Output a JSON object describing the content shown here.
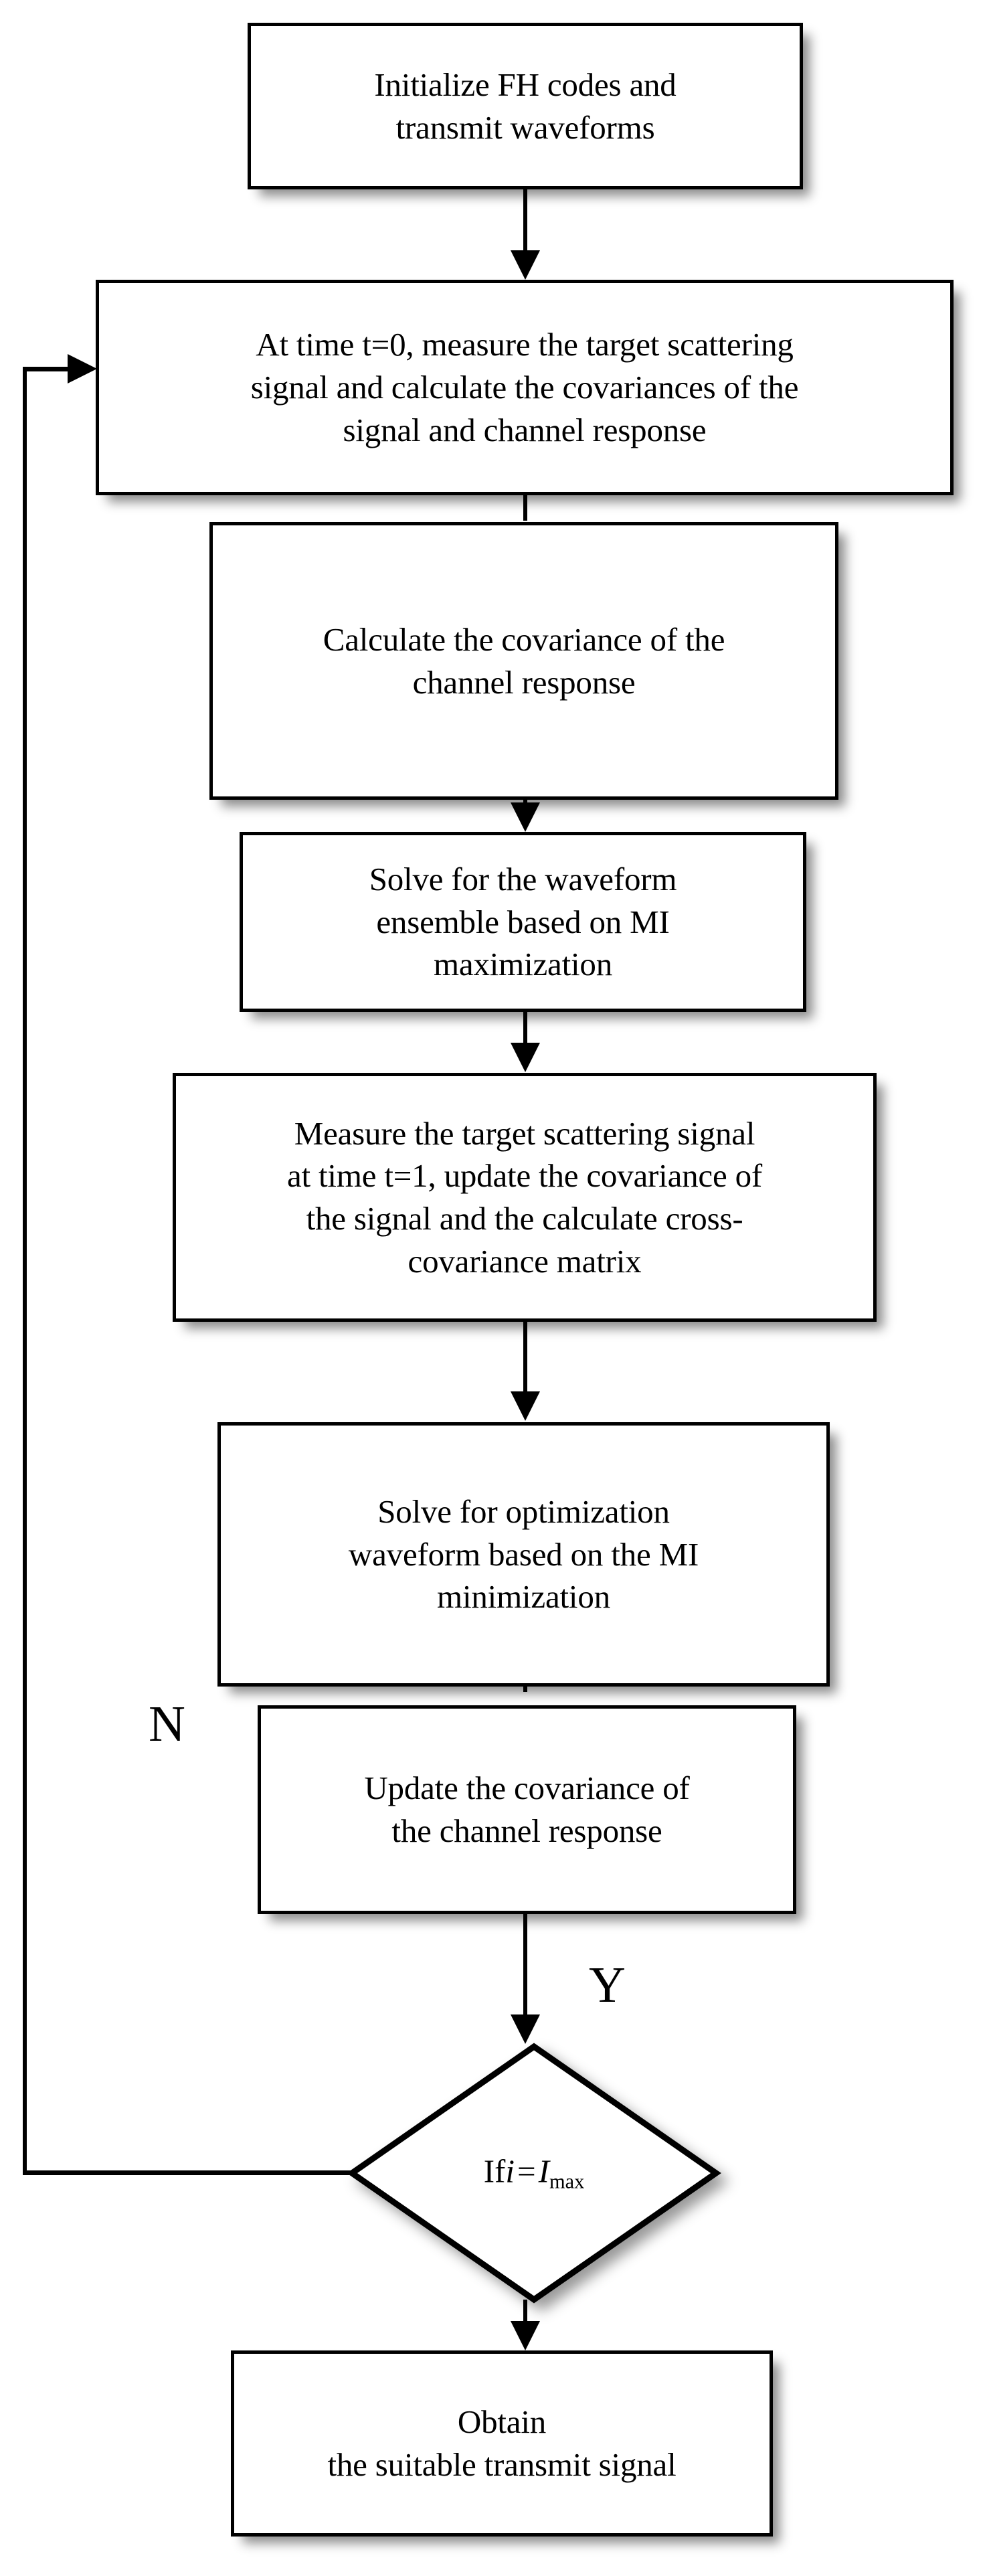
{
  "diagram": {
    "title": "Waveform design flowchart",
    "background_color": "#ffffff",
    "line_color": "#000000",
    "nodes": [
      {
        "id": "init",
        "type": "process",
        "text": "Initialize FH codes and\ntransmit waveforms"
      },
      {
        "id": "measure-t0",
        "type": "process",
        "text": "At time t=0, measure the target scattering\nsignal and calculate the covariances of the\nsignal and channel response"
      },
      {
        "id": "calc-cov",
        "type": "process",
        "text": "Calculate the covariance of the\nchannel response"
      },
      {
        "id": "solve-ensemble",
        "type": "process",
        "text": "Solve for the waveform\nensemble based on MI\nmaximization"
      },
      {
        "id": "measure-t1",
        "type": "process",
        "text": "Measure the target scattering signal\nat time t=1, update the covariance of\nthe signal and the calculate cross-\ncovariance matrix"
      },
      {
        "id": "solve-opt",
        "type": "process",
        "text": "Solve for optimization\nwaveform based on the MI\nminimization"
      },
      {
        "id": "update-cov",
        "type": "process",
        "text": "Update the covariance of\nthe channel response"
      },
      {
        "id": "obtain",
        "type": "process",
        "text": "Obtain\nthe suitable transmit signal"
      }
    ],
    "decision": {
      "id": "if-i-imax",
      "type": "decision",
      "prefix": "If",
      "variable": "i",
      "operator": "=",
      "compare_variable": "I",
      "compare_subscript": "max",
      "text_plain": "If i = Imax"
    },
    "branch_labels": {
      "no": "N",
      "yes": "Y"
    }
  }
}
